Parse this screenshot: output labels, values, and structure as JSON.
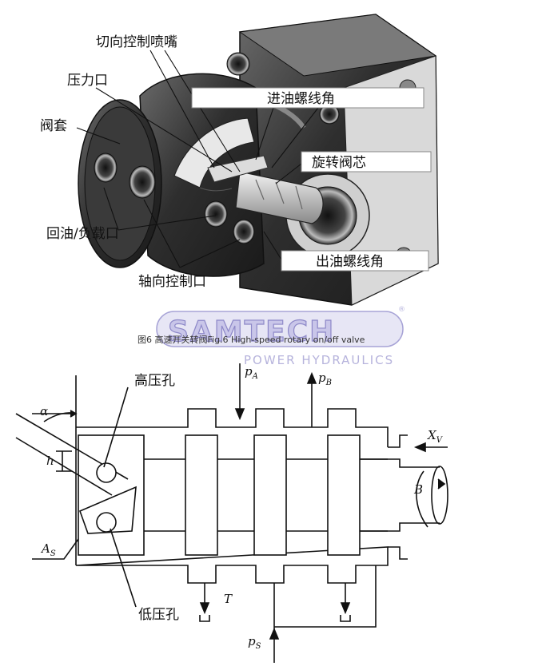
{
  "top_labels": {
    "tangential_nozzle": "切向控制喷嘴",
    "pressure_port": "压力口",
    "sleeve": "阀套",
    "return_load_port": "回油/负载口",
    "axial_control_port": "轴向控制口",
    "inlet_helix": "进油螺线角",
    "rotary_spool": "旋转阀芯",
    "outlet_helix": "出油螺线角"
  },
  "caption": "图6 高速开关转阀Fig.6 High-speed rotary on/off valve",
  "watermark": {
    "brand": "SAMTECH",
    "tagline": "POWER HYDRAULICS",
    "registered": "®"
  },
  "bottom_labels": {
    "high_pressure_hole": "高压孔",
    "low_pressure_hole": "低压孔",
    "alpha": "α",
    "h": "h",
    "As": "A",
    "As_sub": "S",
    "pA": "p",
    "pA_sub": "A",
    "pB": "p",
    "pB_sub": "B",
    "T": "T",
    "pS": "p",
    "pS_sub": "S",
    "Xv": "X",
    "Xv_sub": "V",
    "B": "B"
  }
}
